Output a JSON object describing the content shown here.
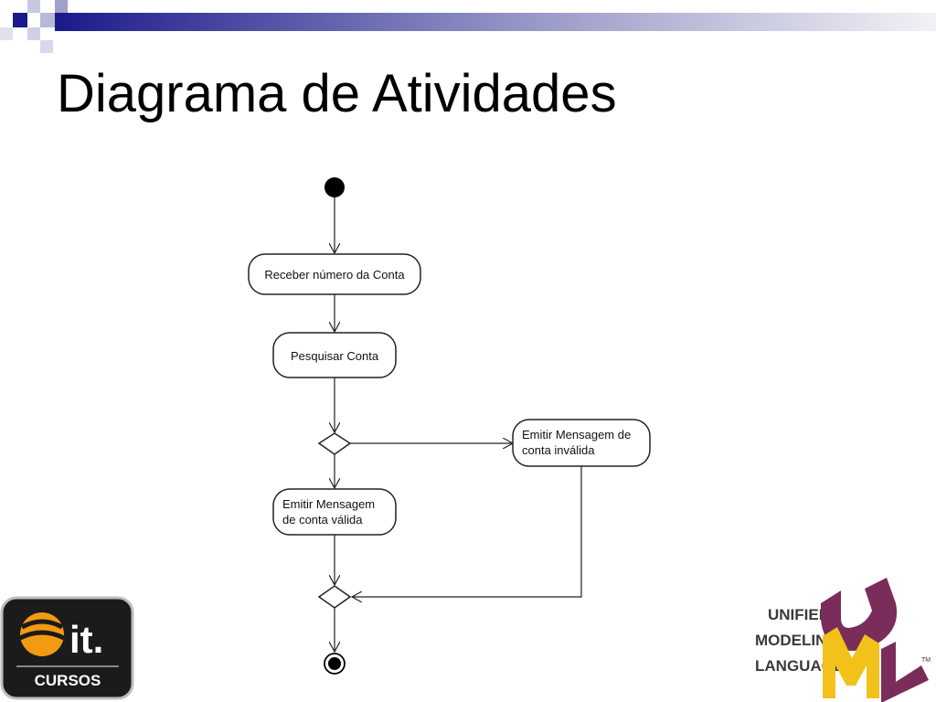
{
  "slide": {
    "title": "Diagrama de Atividades"
  },
  "diagram": {
    "nodes": {
      "receber": "Receber número da Conta",
      "pesquisar": "Pesquisar Conta",
      "invalida_line1": "Emitir Mensagem de",
      "invalida_line2": "conta inválida",
      "valida_line1": "Emitir Mensagem",
      "valida_line2": "de conta válida"
    }
  },
  "logos": {
    "left": {
      "brand": "it.",
      "caption": "CURSOS"
    },
    "right": {
      "line1": "UNIFIED",
      "line2": "MODELING",
      "line3": "LANGUAGE",
      "mark": "TM"
    }
  },
  "colors": {
    "topbar_dark": "#1a1a8c",
    "topbar_light": "#e8e8f0",
    "uml_purple": "#7a2d5a",
    "uml_yellow": "#f2c21a",
    "logo_orange": "#f29a12"
  }
}
